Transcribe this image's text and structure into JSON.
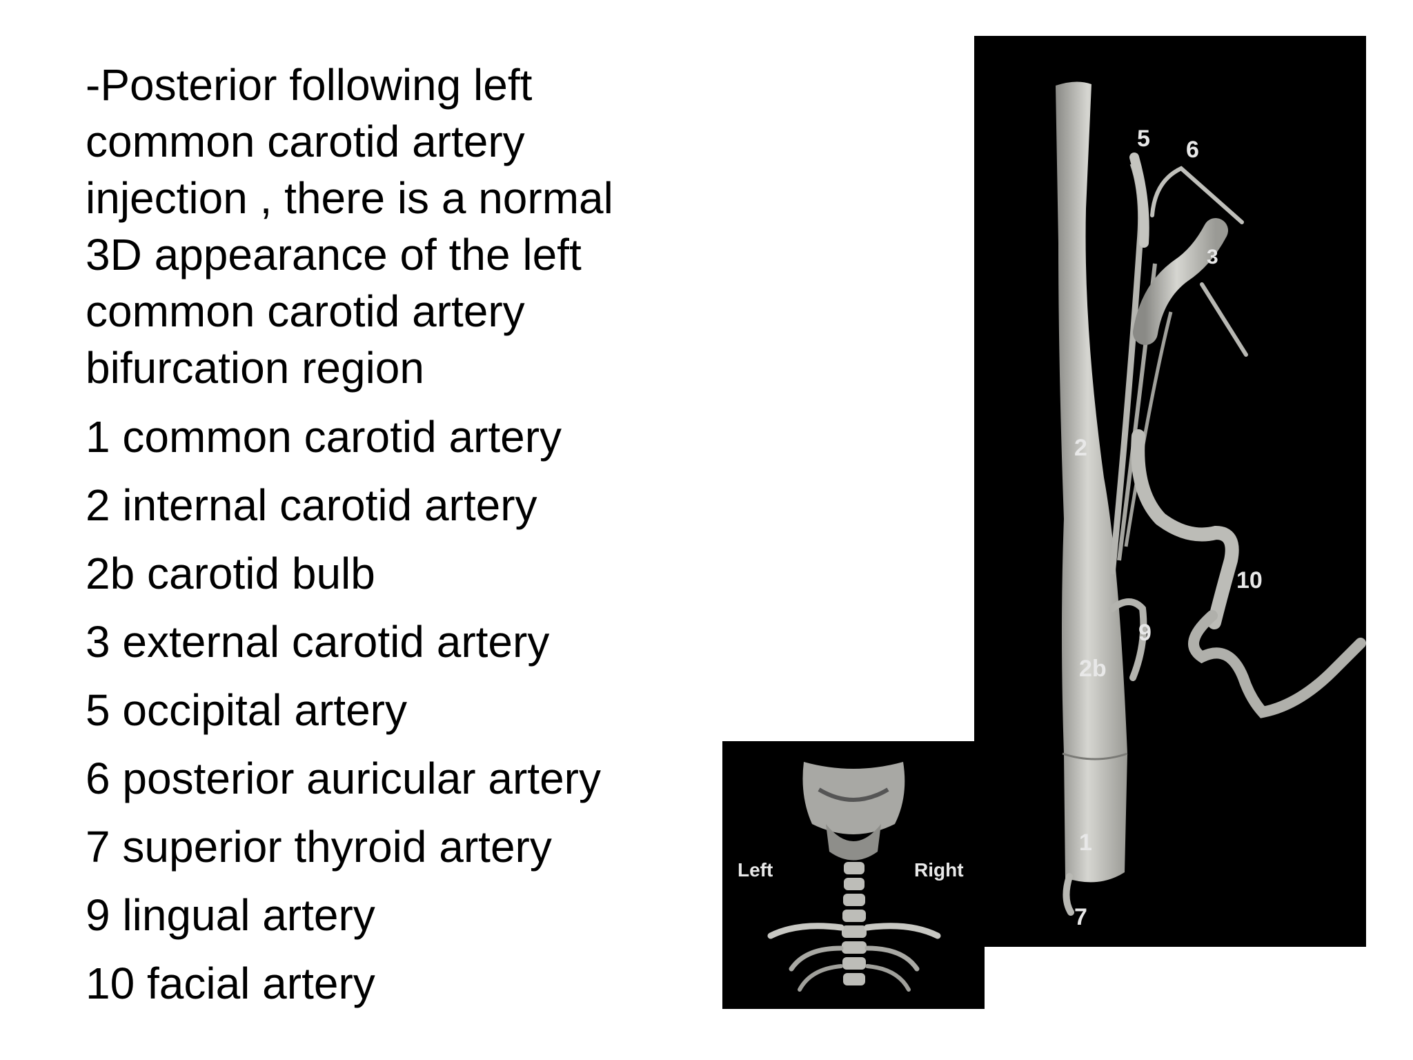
{
  "slide": {
    "intro": "-Posterior following left common carotid artery injection , there is a normal 3D appearance of the left common carotid artery bifurcation region",
    "legend": [
      "1 common carotid artery",
      "2 internal carotid artery",
      "2b carotid bulb",
      "3 external carotid artery",
      "5 occipital artery",
      "6 posterior auricular artery",
      "7 superior thyroid artery",
      "9 lingual artery",
      "10 facial artery"
    ]
  },
  "main_image": {
    "labels": {
      "l1": "1",
      "l2": "2",
      "l2b": "2b",
      "l3": "3",
      "l5": "5",
      "l6": "6",
      "l7": "7",
      "l9": "9",
      "l10": "10"
    }
  },
  "inset_image": {
    "left_label": "Left",
    "right_label": "Right"
  },
  "colors": {
    "background": "#ffffff",
    "panel": "#000000",
    "vessel": "#c9c9c4",
    "label": "#e8e8e8"
  }
}
